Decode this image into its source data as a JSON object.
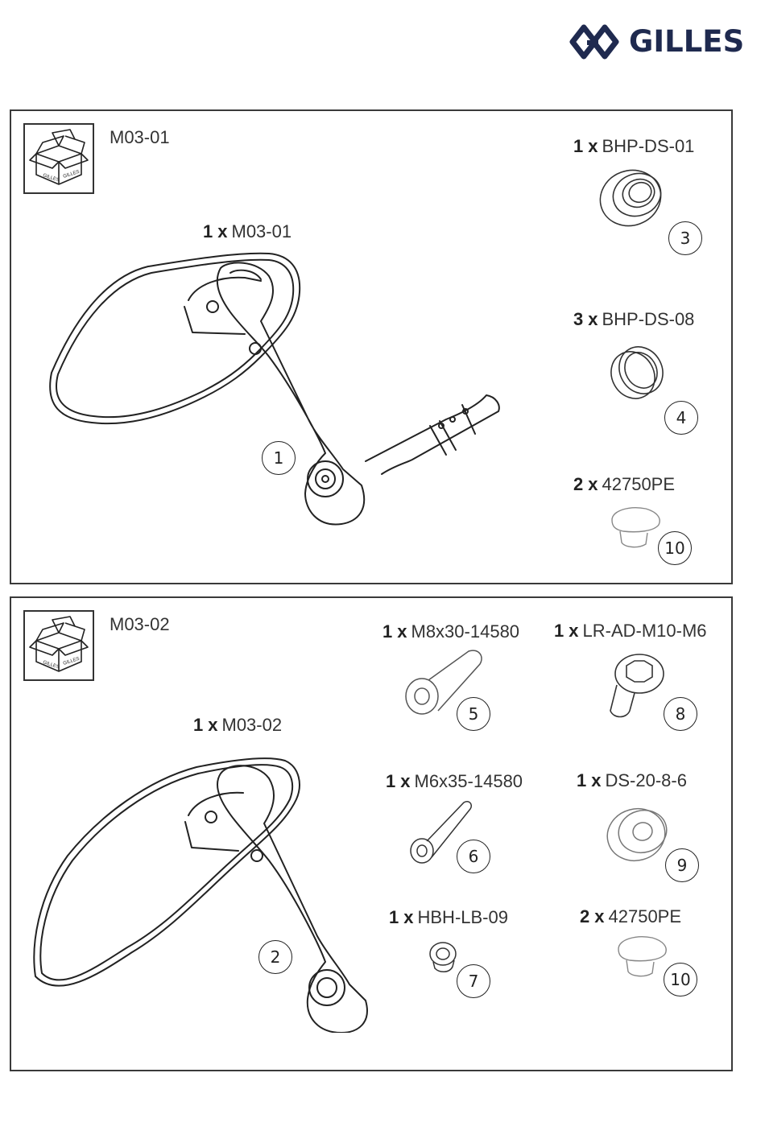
{
  "brand": {
    "name": "GILLES",
    "color": "#1f2a4f"
  },
  "kits": [
    {
      "code": "M03-01",
      "main": {
        "qty": "1",
        "x": "x",
        "code": "M03-01",
        "callout": "1"
      },
      "parts": [
        {
          "qty": "1",
          "x": "x",
          "code": "BHP-DS-01",
          "callout": "3",
          "icon": "bearing"
        },
        {
          "qty": "3",
          "x": "x",
          "code": "BHP-DS-08",
          "callout": "4",
          "icon": "spacer-ring"
        },
        {
          "qty": "2",
          "x": "x",
          "code": "42750PE",
          "callout": "10",
          "icon": "plug-cap"
        }
      ]
    },
    {
      "code": "M03-02",
      "main": {
        "qty": "1",
        "x": "x",
        "code": "M03-02",
        "callout": "2"
      },
      "parts": [
        {
          "qty": "1",
          "x": "x",
          "code": "M8x30-14580",
          "callout": "5",
          "icon": "bolt"
        },
        {
          "qty": "1",
          "x": "x",
          "code": "LR-AD-M10-M6",
          "callout": "8",
          "icon": "adapter"
        },
        {
          "qty": "1",
          "x": "x",
          "code": "M6x35-14580",
          "callout": "6",
          "icon": "bolt"
        },
        {
          "qty": "1",
          "x": "x",
          "code": "DS-20-8-6",
          "callout": "9",
          "icon": "washer"
        },
        {
          "qty": "1",
          "x": "x",
          "code": "HBH-LB-09",
          "callout": "7",
          "icon": "bushing"
        },
        {
          "qty": "2",
          "x": "x",
          "code": "42750PE",
          "callout": "10",
          "icon": "plug-cap"
        }
      ]
    }
  ]
}
